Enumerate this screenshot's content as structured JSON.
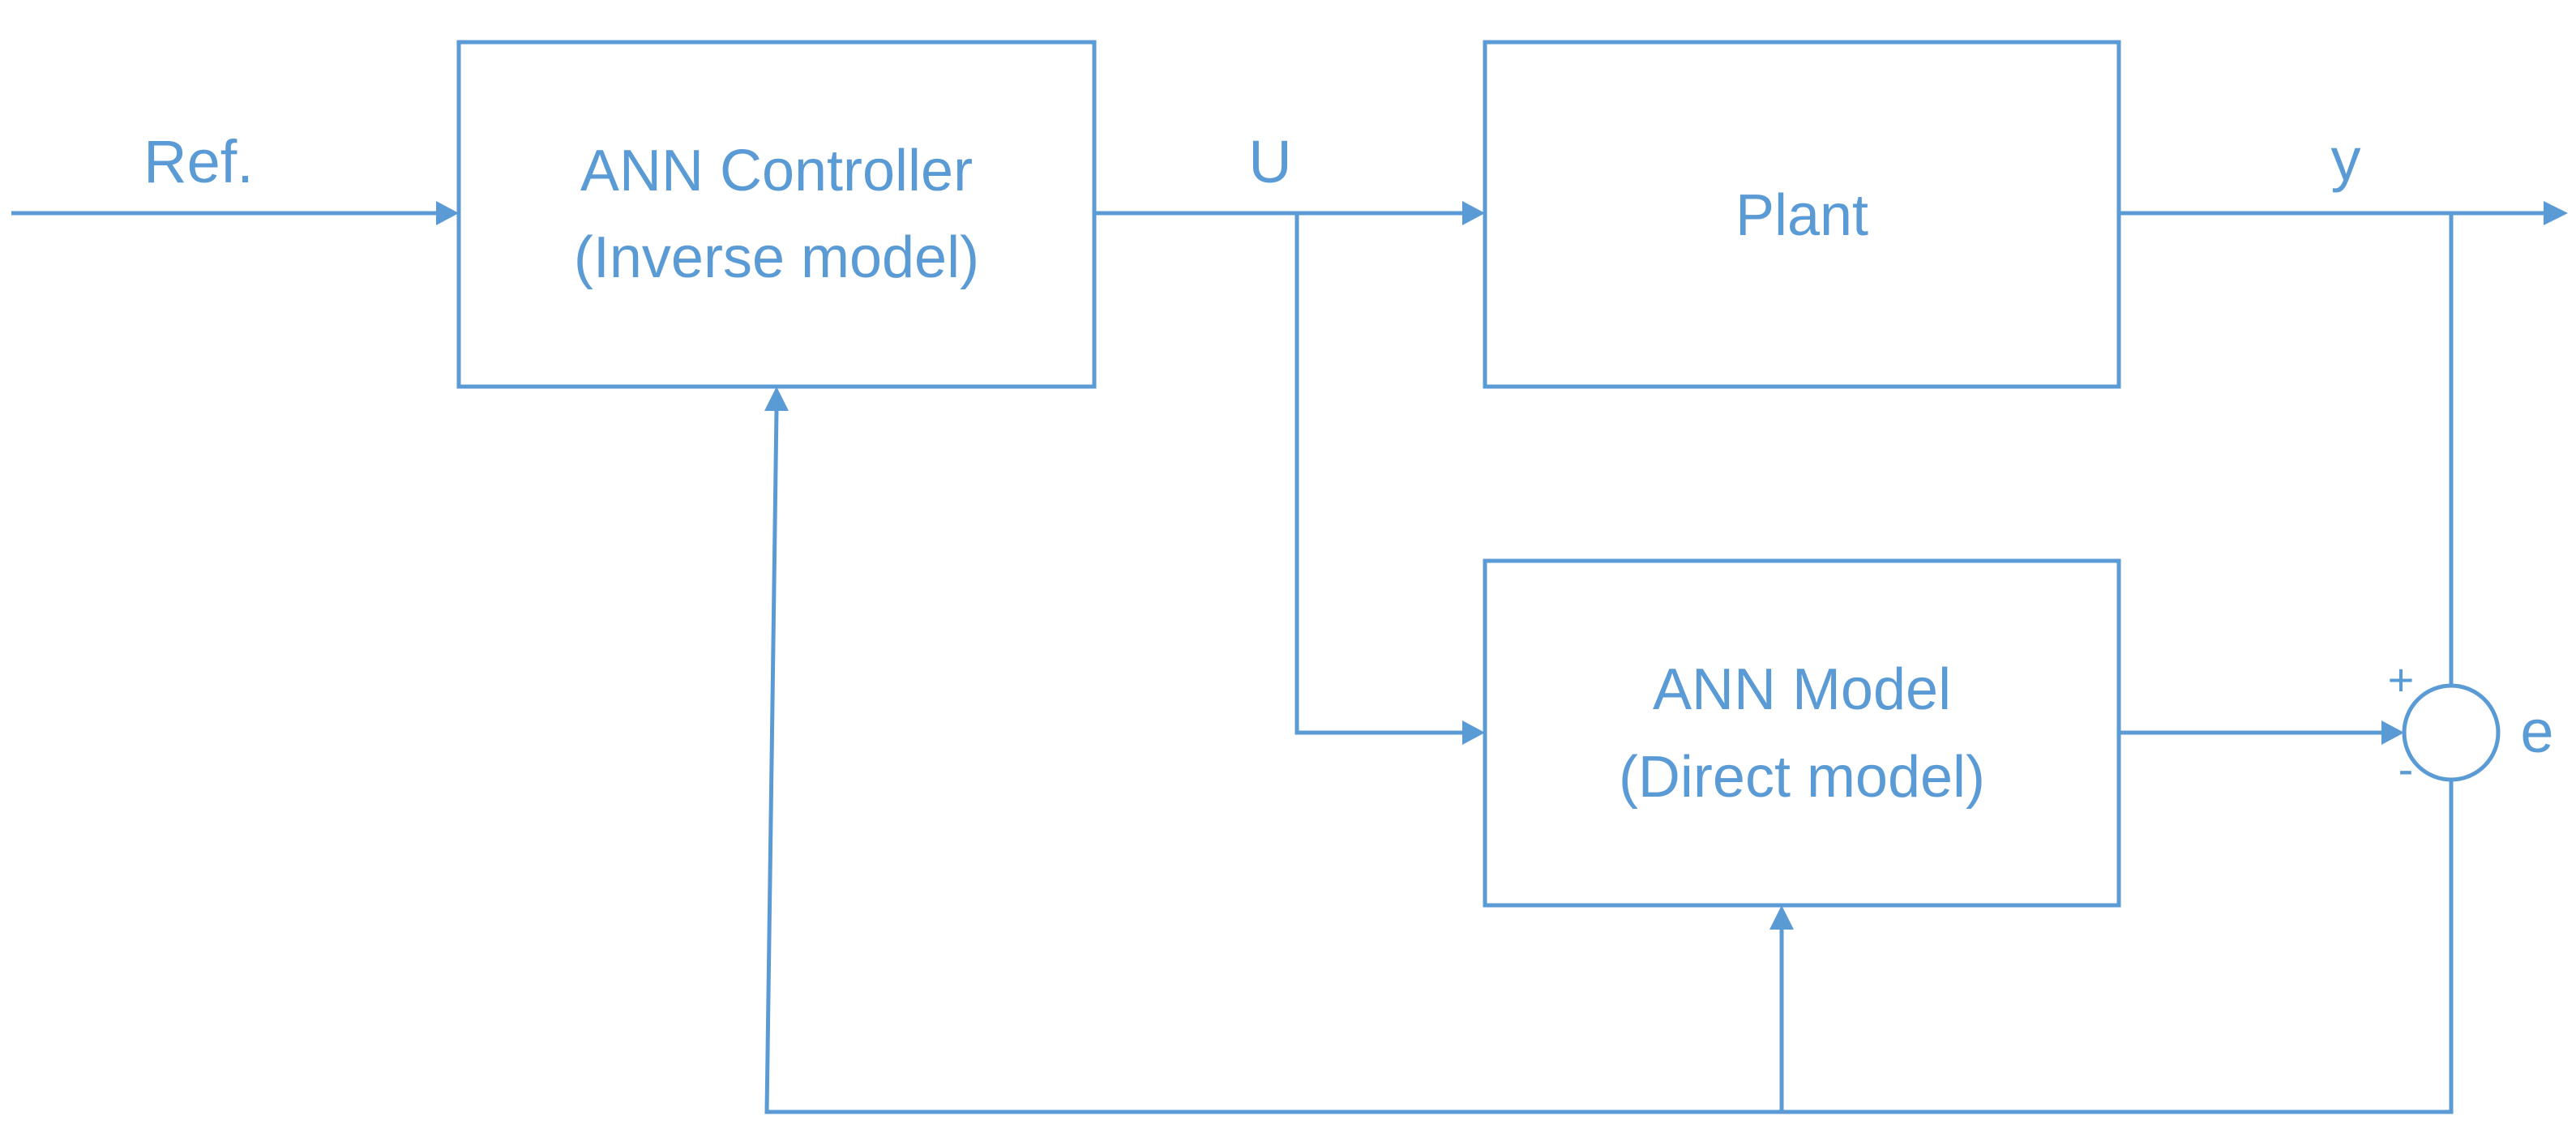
{
  "blocks": {
    "controller": {
      "line1": "ANN Controller",
      "line2": "(Inverse model)"
    },
    "plant": {
      "label": "Plant"
    },
    "model": {
      "line1": "ANN Model",
      "line2": "(Direct model)"
    }
  },
  "signals": {
    "reference": "Ref.",
    "control": "U",
    "output": "y",
    "error": "e"
  },
  "summing_junction": {
    "plus": "+",
    "minus": "-"
  },
  "colors": {
    "line": "#5b9bd5",
    "text": "#5b9bd5",
    "background": "#ffffff"
  }
}
